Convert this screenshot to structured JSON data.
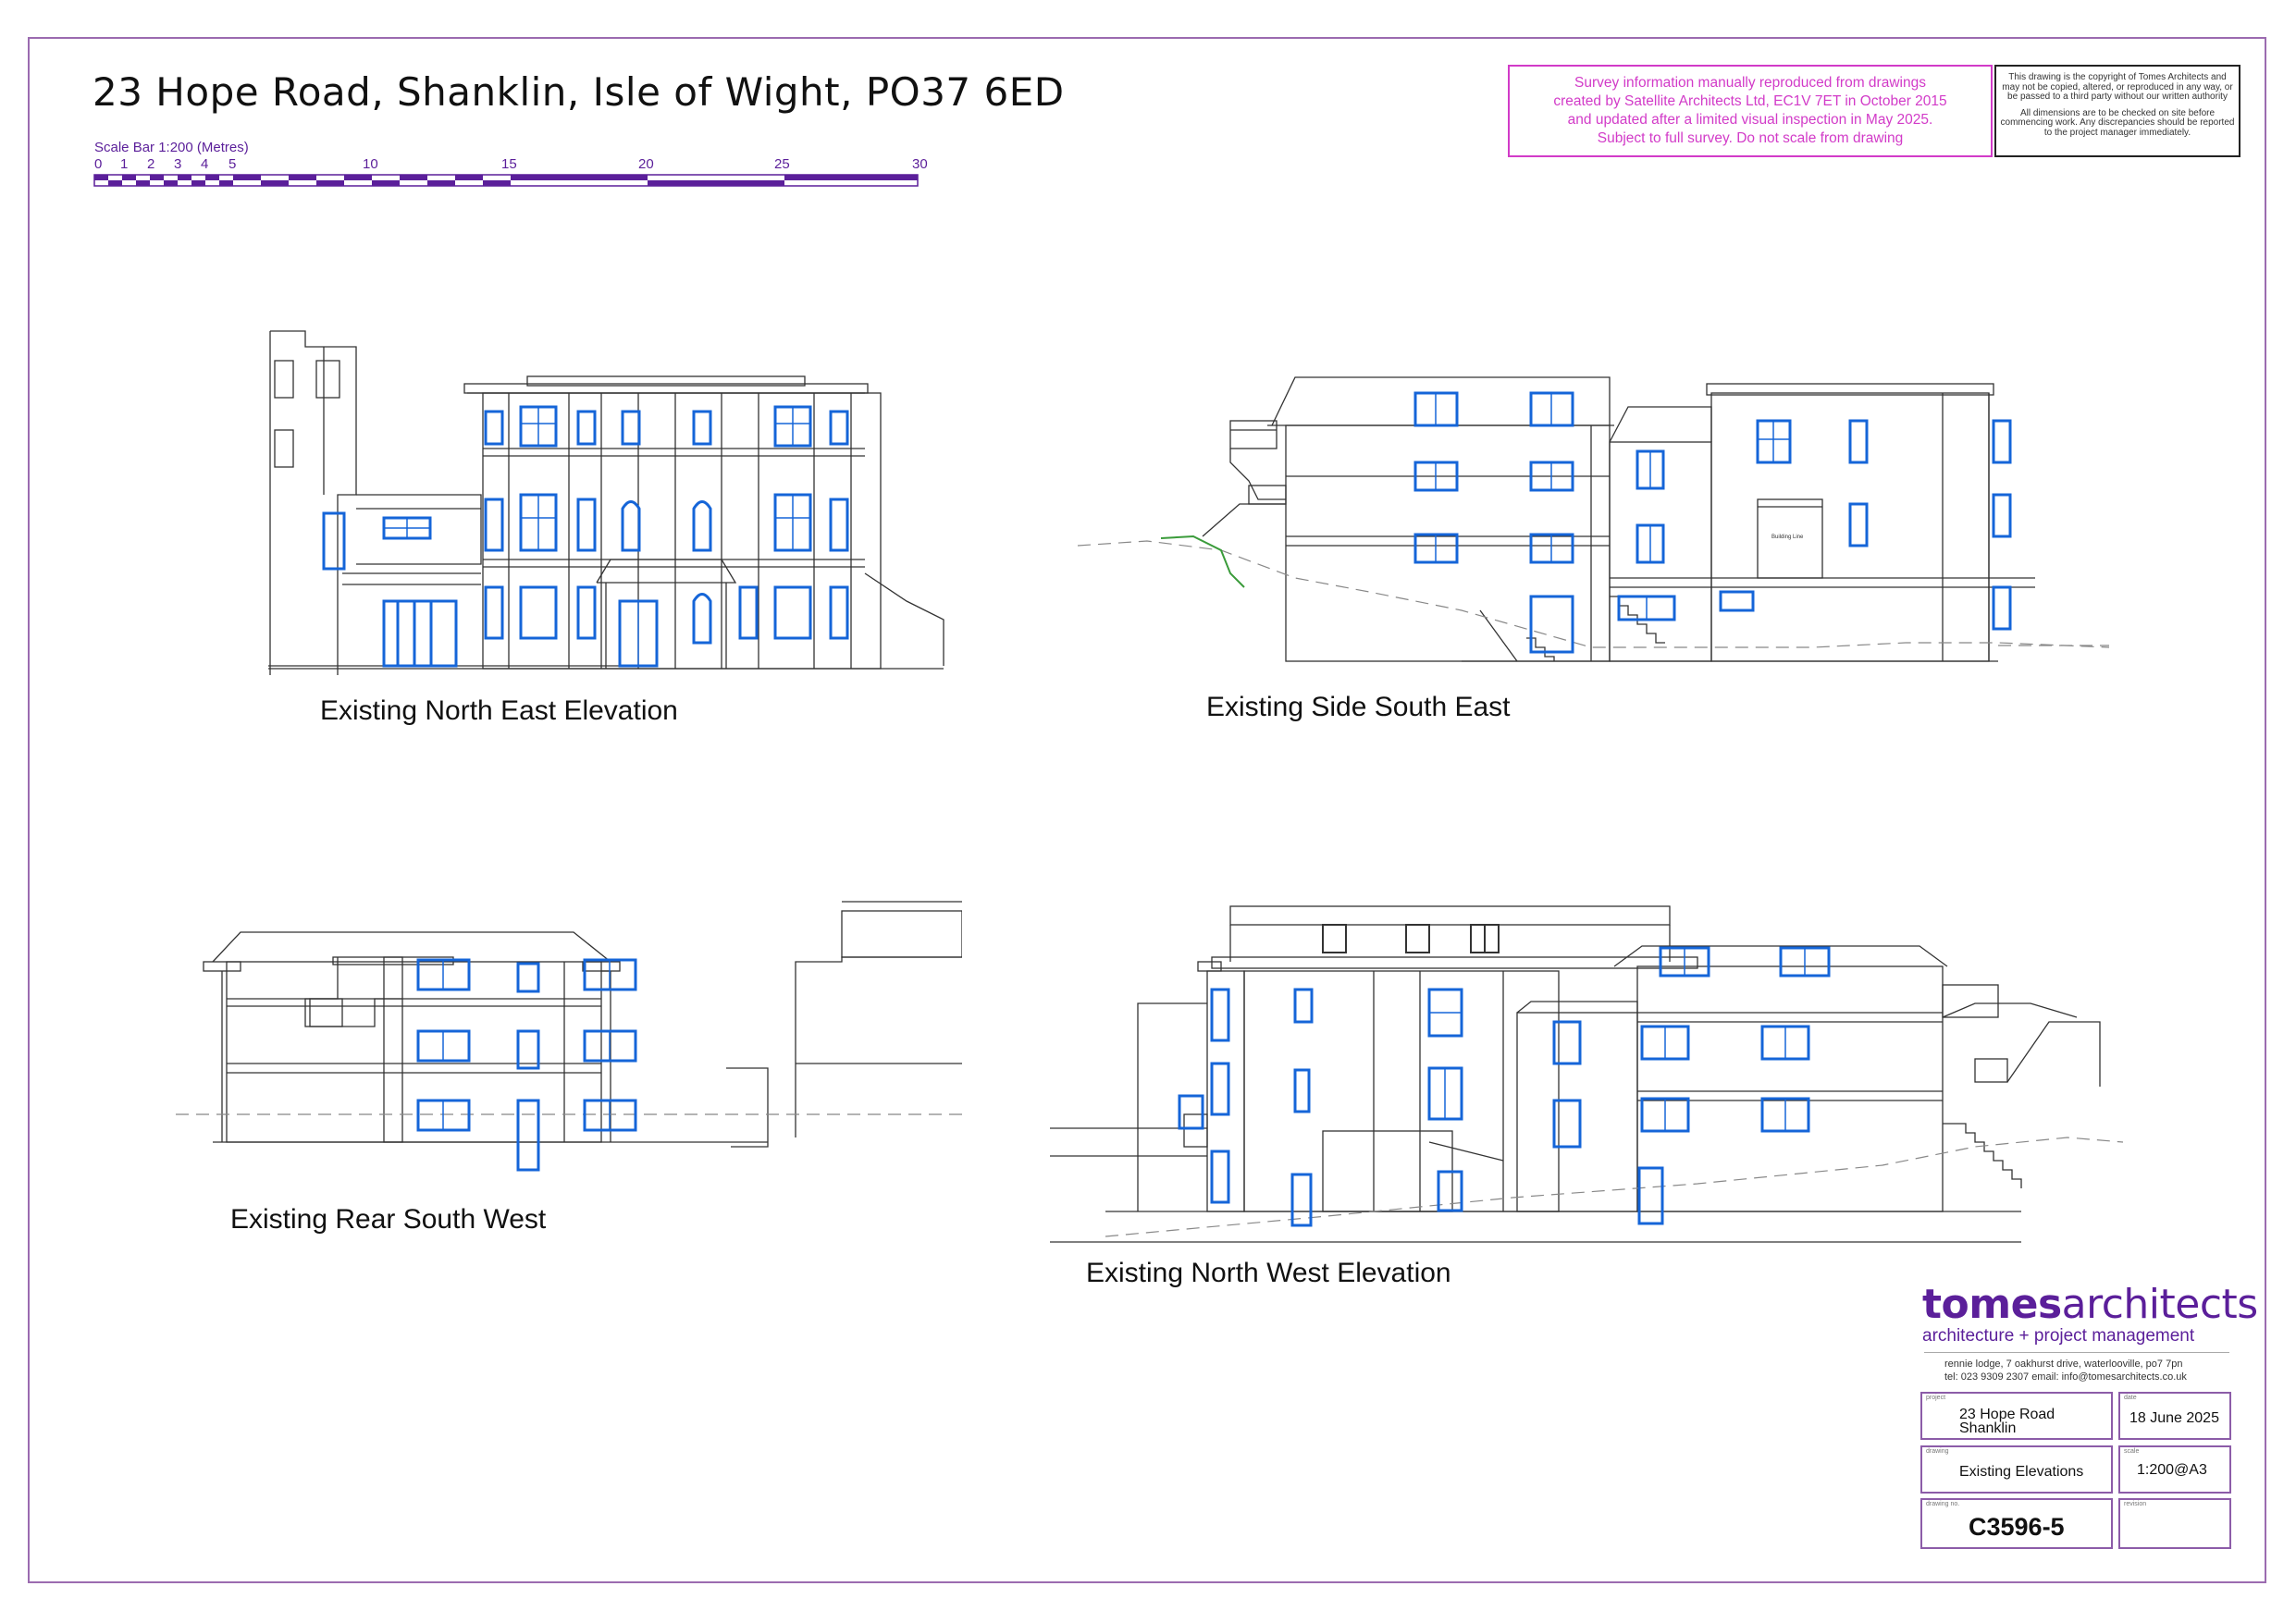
{
  "title": "23 Hope Road, Shanklin, Isle of Wight, PO37 6ED",
  "scale_bar": {
    "label": "Scale Bar 1:200 (Metres)",
    "ticks": [
      "0",
      "1",
      "2",
      "3",
      "4",
      "5",
      "10",
      "15",
      "20",
      "25",
      "30"
    ]
  },
  "survey_note": {
    "line1": "Survey information manually reproduced from drawings",
    "line2": "created by Satellite Architects Ltd, EC1V 7ET in October 2015",
    "line3": "and updated after a limited visual inspection in May 2025.",
    "line4": "Subject to full survey. Do not scale from drawing"
  },
  "copyright_note": {
    "para1": "This drawing is the copyright of Tomes Architects and may not be copied, altered, or reproduced in any way, or be passed to a third party without our written authority",
    "para2": "All dimensions are to be checked on site before commencing work. Any discrepancies should be reported to the project manager immediately."
  },
  "views": {
    "north_east": "Existing North East Elevation",
    "south_east": "Existing Side South East",
    "south_west": "Existing Rear South West",
    "north_west": "Existing North West Elevation"
  },
  "annotations": {
    "building_line": "Building Line"
  },
  "firm": {
    "name_bold": "tomes",
    "name_light": "architects",
    "tagline": "architecture + project management",
    "address": "rennie lodge, 7 oakhurst drive, waterlooville, po7 7pn",
    "contact": "tel: 023 9309 2307  email: info@tomesarchitects.co.uk"
  },
  "title_block": {
    "project_caption": "project",
    "project_line1": "23 Hope Road",
    "project_line2": "Shanklin",
    "date_caption": "date",
    "date": "18 June 2025",
    "drawing_caption": "drawing",
    "drawing": "Existing Elevations",
    "scale_caption": "scale",
    "scale": "1:200@A3",
    "drawing_no_caption": "drawing no.",
    "drawing_no": "C3596-5",
    "revision_caption": "revision",
    "revision": ""
  },
  "colors": {
    "frame": "#9b6bb0",
    "brand": "#5b1f9a",
    "survey_note": "#d23bc8",
    "window": "#1565d8",
    "ground_line": "#888888",
    "planting": "#3a9b3a"
  }
}
